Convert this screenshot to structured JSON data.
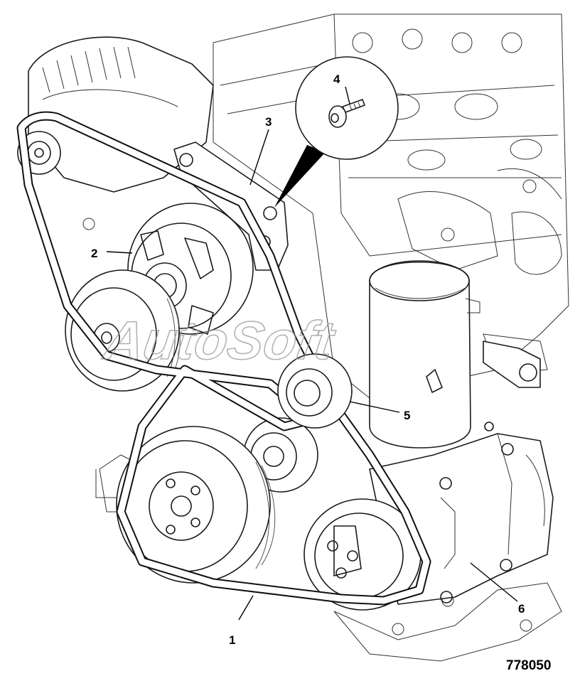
{
  "figure": {
    "drawing_number": "778050",
    "watermark": "AutoSoft"
  },
  "callouts": [
    {
      "id": "1",
      "label": "1"
    },
    {
      "id": "2",
      "label": "2"
    },
    {
      "id": "3",
      "label": "3"
    },
    {
      "id": "4",
      "label": "4"
    },
    {
      "id": "5",
      "label": "5"
    },
    {
      "id": "6",
      "label": "6"
    }
  ]
}
